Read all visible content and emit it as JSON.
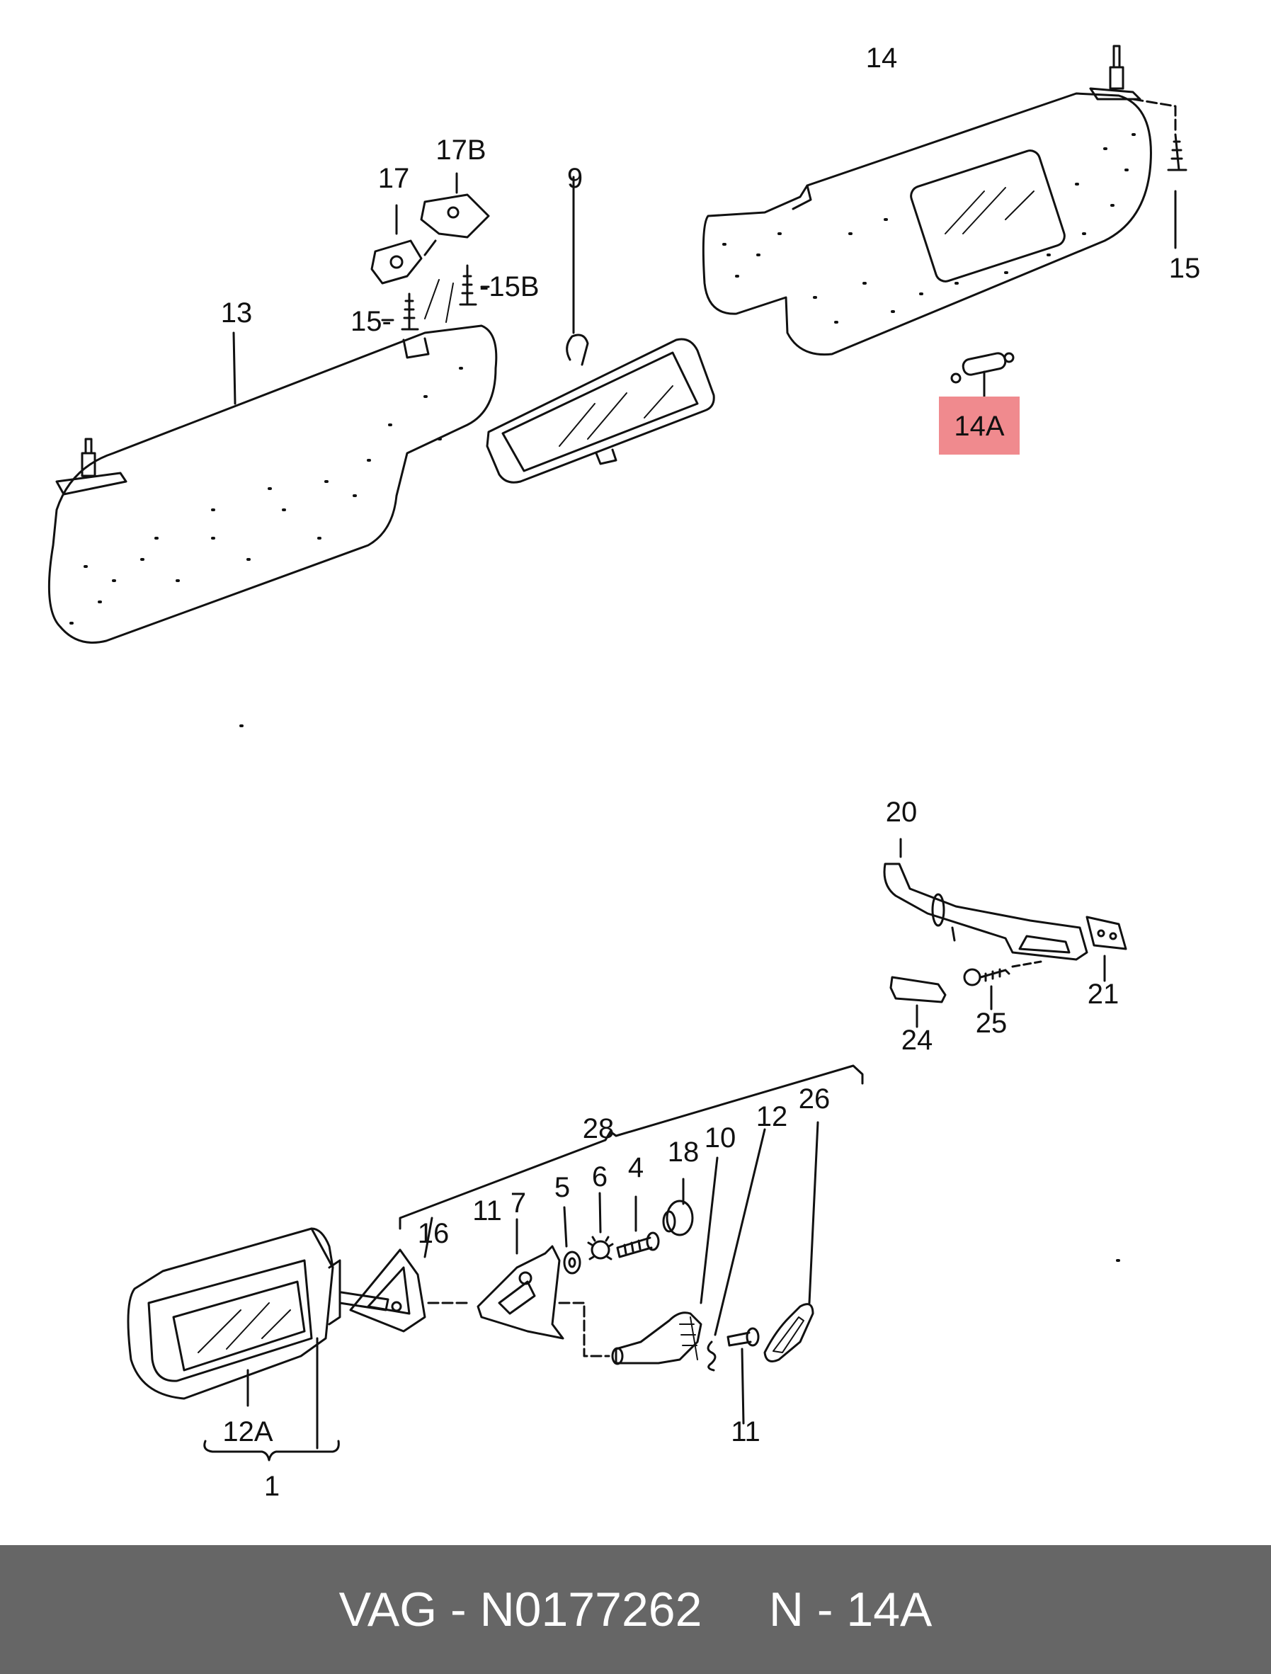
{
  "diagram": {
    "callouts": {
      "c14": "14",
      "c17B": "17B",
      "c17": "17",
      "c9": "9",
      "c15B": "-15B",
      "c15a": "15",
      "c15b": "15-",
      "c13": "13",
      "c14A": "14A",
      "c20": "20",
      "c21": "21",
      "c24": "24",
      "c25": "25",
      "c28": "28",
      "c12": "12",
      "c26": "26",
      "c10": "10",
      "c18": "18",
      "c4": "4",
      "c6": "6",
      "c5": "5",
      "c11a": "11",
      "c7": "7",
      "c16": "16",
      "c12A": "12A",
      "c1": "1",
      "c11b": "11"
    },
    "highlight_color": "#f08a8e",
    "line_color": "#111111"
  },
  "footer": {
    "text": "VAG - N0177262     N - 14A",
    "background": "#666666",
    "text_color": "#ffffff"
  }
}
